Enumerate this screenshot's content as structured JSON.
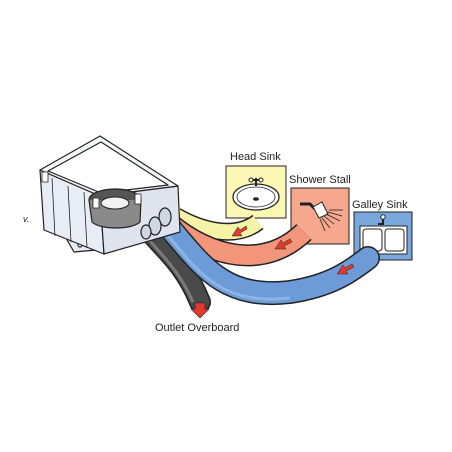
{
  "labels": {
    "head_sink": "Head Sink",
    "shower_stall": "Shower Stall",
    "galley_sink": "Galley Sink",
    "outlet": "Outlet Overboard",
    "corner_mark": "v."
  },
  "colors": {
    "head_sink_hose": "#f7f3a6",
    "shower_hose": "#f2957a",
    "galley_hose": "#6d9bd8",
    "outlet_hose": "#4a4a4a",
    "flow_arrow": "#e23a2e",
    "outline": "#222222"
  }
}
